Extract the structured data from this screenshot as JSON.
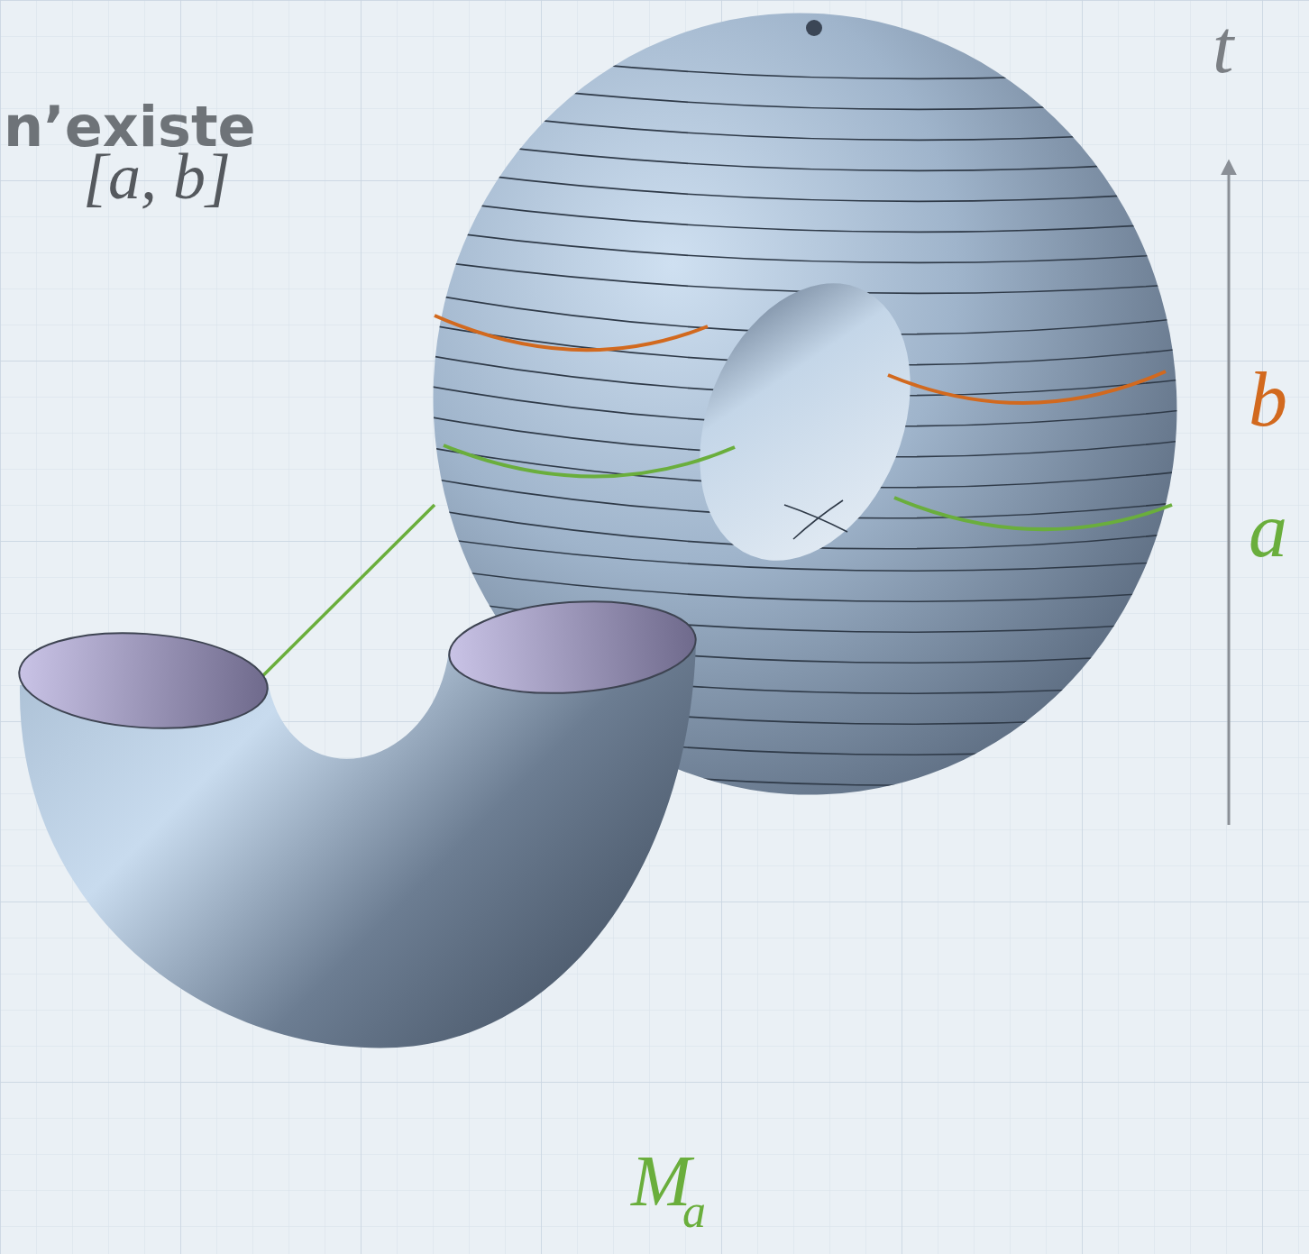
{
  "diagram": {
    "labels": [
      "n’existe",
      "[a, b]",
      "t",
      "b",
      "a",
      "M",
      "a"
    ]
  }
}
